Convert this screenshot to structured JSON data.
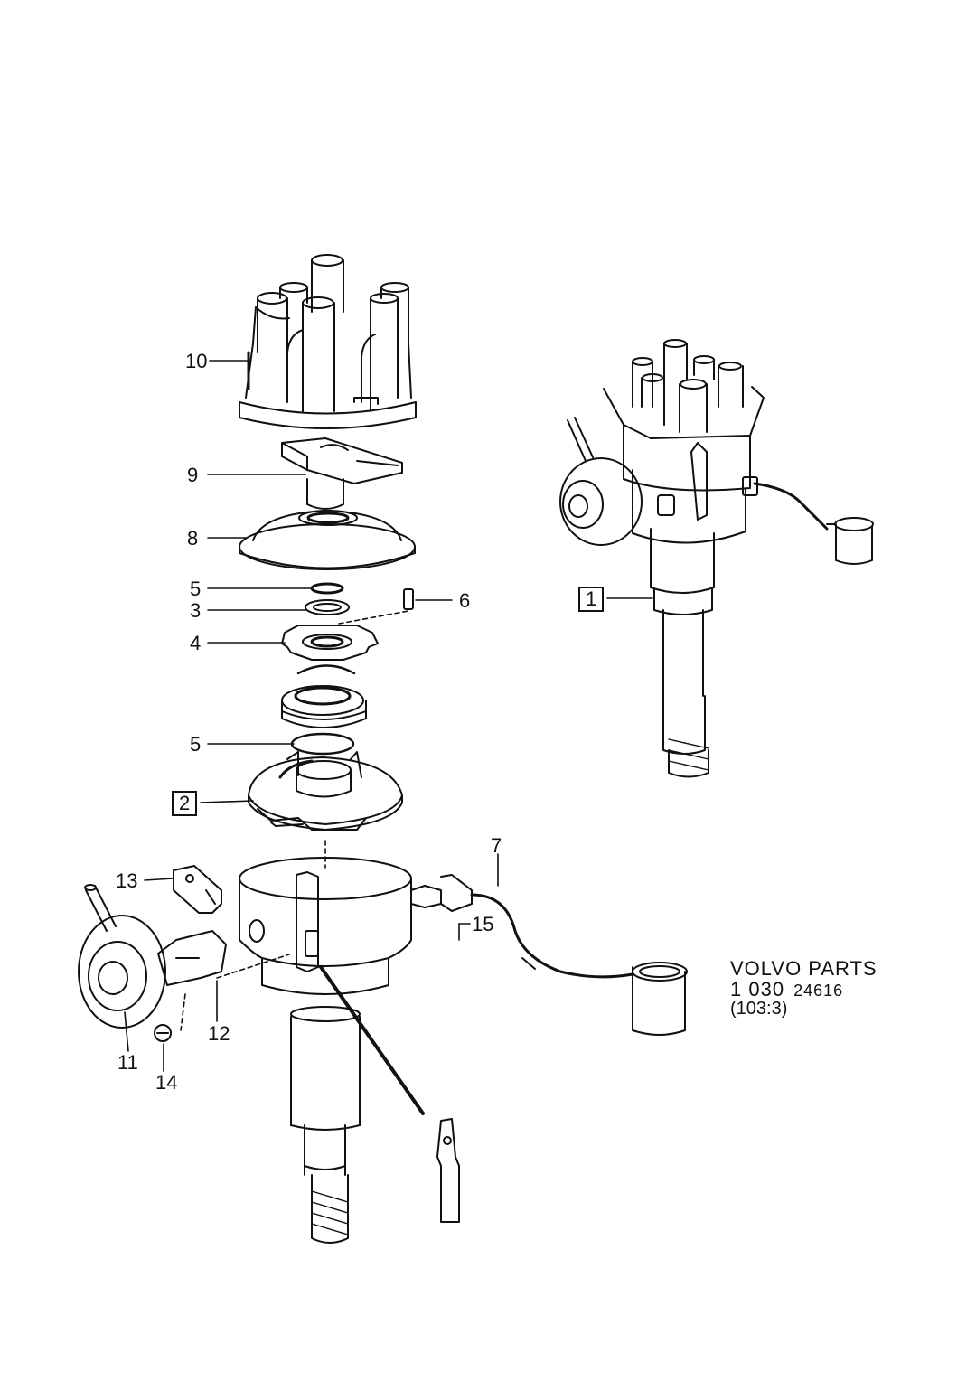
{
  "diagram": {
    "callouts": [
      {
        "id": "c10",
        "text": "10"
      },
      {
        "id": "c9",
        "text": "9"
      },
      {
        "id": "c8",
        "text": "8"
      },
      {
        "id": "c5a",
        "text": "5"
      },
      {
        "id": "c3",
        "text": "3"
      },
      {
        "id": "c6",
        "text": "6"
      },
      {
        "id": "c4",
        "text": "4"
      },
      {
        "id": "c5b",
        "text": "5"
      },
      {
        "id": "c2",
        "text": "2"
      },
      {
        "id": "c1",
        "text": "1"
      },
      {
        "id": "c7",
        "text": "7"
      },
      {
        "id": "c13",
        "text": "13"
      },
      {
        "id": "c12",
        "text": "12"
      },
      {
        "id": "c11",
        "text": "11"
      },
      {
        "id": "c14",
        "text": "14"
      },
      {
        "id": "c15",
        "text": "15"
      }
    ]
  },
  "footer": {
    "brand": "VOLVO PARTS",
    "code_main": "1 030",
    "code_small": "24616",
    "ref": "(103:3)"
  }
}
